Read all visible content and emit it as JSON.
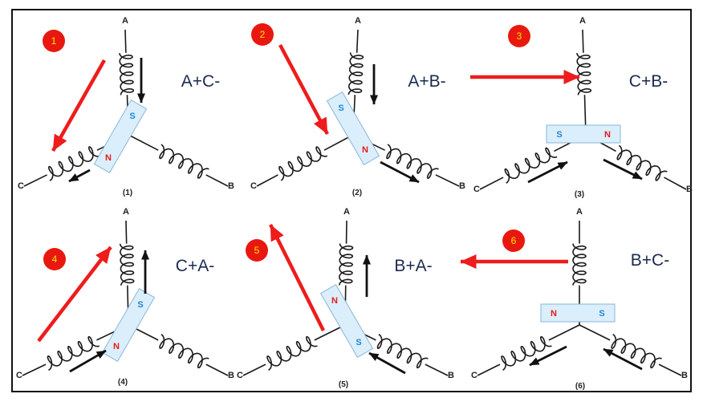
{
  "colors": {
    "coil": "#1a1a1a",
    "red_arrow": "#ee1c1c",
    "black_arrow": "#111111",
    "magnet_fill": "#dbeefb",
    "magnet_stroke": "#8ab6d8",
    "pole_s": "#1f86d6",
    "pole_n": "#e51b1b",
    "phase_label": "#1b2a4f",
    "badge_fill": "#e8180f",
    "badge_text": "#ffe600"
  },
  "terminals": {
    "a": "A",
    "b": "B",
    "c": "C"
  },
  "poles": {
    "s": "S",
    "n": "N"
  },
  "panels": [
    {
      "step": "1",
      "phase": "A+C-",
      "caption": "(1)"
    },
    {
      "step": "2",
      "phase": "A+B-",
      "caption": "(2)"
    },
    {
      "step": "3",
      "phase": "C+B-",
      "caption": "(3)"
    },
    {
      "step": "4",
      "phase": "C+A-",
      "caption": "(4)"
    },
    {
      "step": "5",
      "phase": "B+A-",
      "caption": "(5)"
    },
    {
      "step": "6",
      "phase": "B+C-",
      "caption": "(6)"
    }
  ]
}
